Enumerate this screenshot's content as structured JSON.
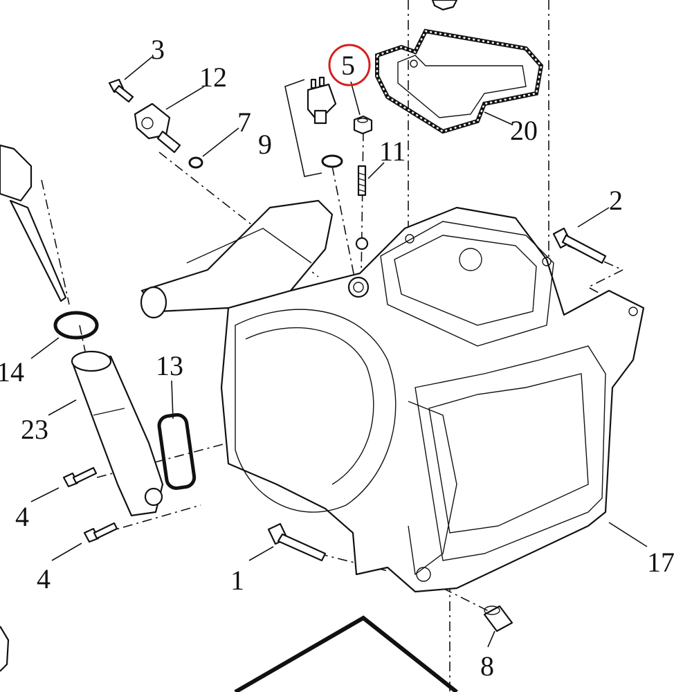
{
  "diagram": {
    "callouts": {
      "c1": "1",
      "c2": "2",
      "c3": "3",
      "c4a": "4",
      "c4b": "4",
      "c5": "5",
      "c7": "7",
      "c8": "8",
      "c9": "9",
      "c11": "11",
      "c12": "12",
      "c13": "13",
      "c14": "14",
      "c17": "17",
      "c20": "20",
      "c23": "23"
    },
    "highlight": {
      "callout": "5",
      "color": "#d81e1e"
    }
  }
}
